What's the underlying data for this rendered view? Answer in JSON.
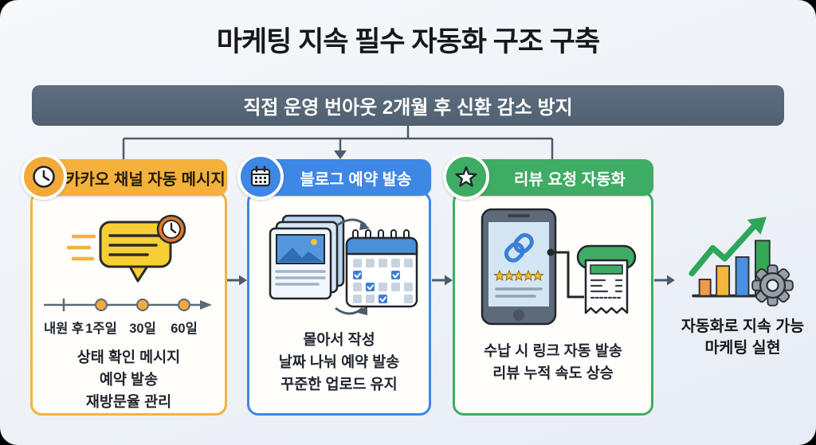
{
  "title": "마케팅 지속 필수 자동화 구조 구축",
  "banner": {
    "text": "직접 운영 번아웃 2개월 후 신환 감소 방지"
  },
  "cards": [
    {
      "header": "카카오 채널 자동 메시지",
      "icon": "clock-icon",
      "accent": "#F2B33D",
      "timeline_labels": [
        "내원 후",
        "1주일",
        "30일",
        "60일"
      ],
      "lines": [
        "상태 확인 메시지",
        "예약 발송",
        "재방문율 관리"
      ]
    },
    {
      "header": "블로그 예약 발송",
      "icon": "calendar-icon",
      "accent": "#3F87E5",
      "lines": [
        "몰아서 작성",
        "날짜 나눠 예약 발송",
        "꾸준한 업로드 유지"
      ]
    },
    {
      "header": "리뷰 요청 자동화",
      "icon": "star-icon",
      "accent": "#3EAC64",
      "lines": [
        "수납 시 링크 자동 발송",
        "리뷰 누적 속도 상승"
      ]
    }
  ],
  "outcome": {
    "lines": [
      "자동화로 지속 가능",
      "마케팅 실현"
    ]
  },
  "colors": {
    "banner": "#56687A",
    "connector": "#4D5C6B",
    "card_yellow": "#F2B33D",
    "card_blue": "#3F87E5",
    "card_green": "#3EAC64",
    "background": "#EEF2F7"
  }
}
